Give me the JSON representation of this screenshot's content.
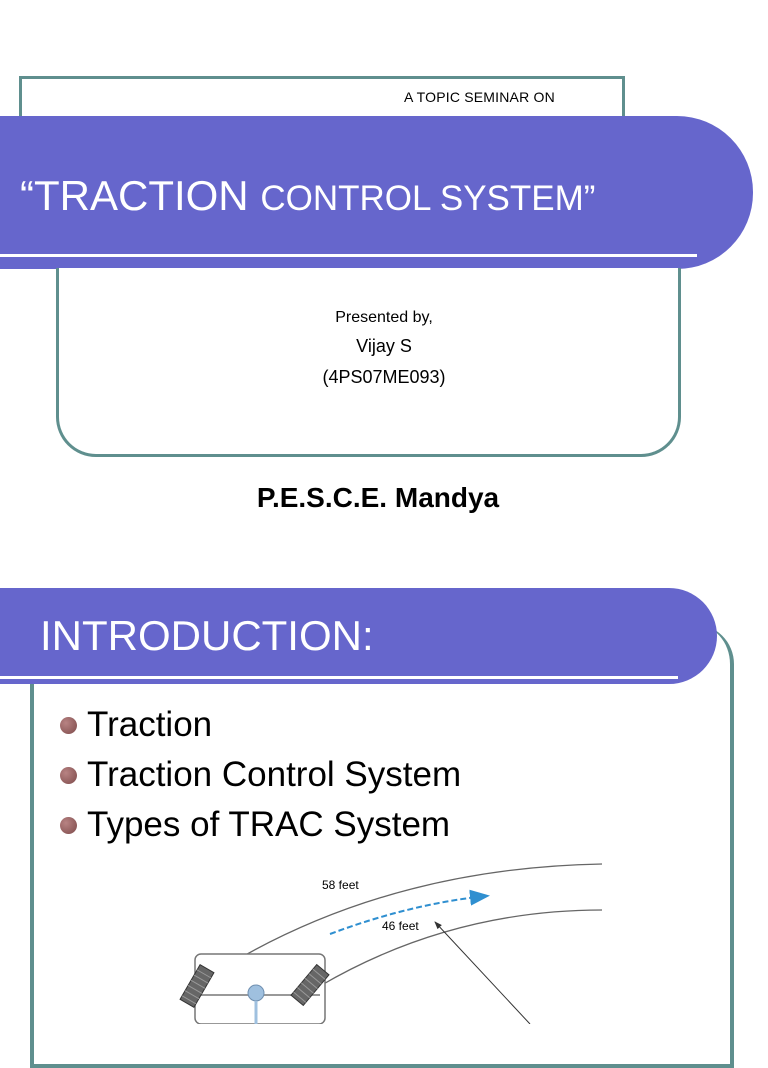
{
  "slide1": {
    "seminar_label": "A TOPIC SEMINAR ON",
    "title_open": "“TRACTION ",
    "title_rest": "CONTROL SYSTEM”",
    "presented_by": "Presented by,",
    "presenter_name": "Vijay S",
    "presenter_id": "(4PS07ME093)",
    "college": "P.E.S.C.E. Mandya"
  },
  "slide2": {
    "heading": "INTRODUCTION:",
    "bullets": [
      "Traction",
      "Traction Control System",
      "Types of TRAC System"
    ],
    "diagram": {
      "outer_label": "58 feet",
      "inner_label": "46 feet"
    }
  },
  "colors": {
    "accent_bar": "#6666cc",
    "frame": "#5f8f8e",
    "bullet": "#8b5656",
    "arrow": "#2f8fd0"
  }
}
